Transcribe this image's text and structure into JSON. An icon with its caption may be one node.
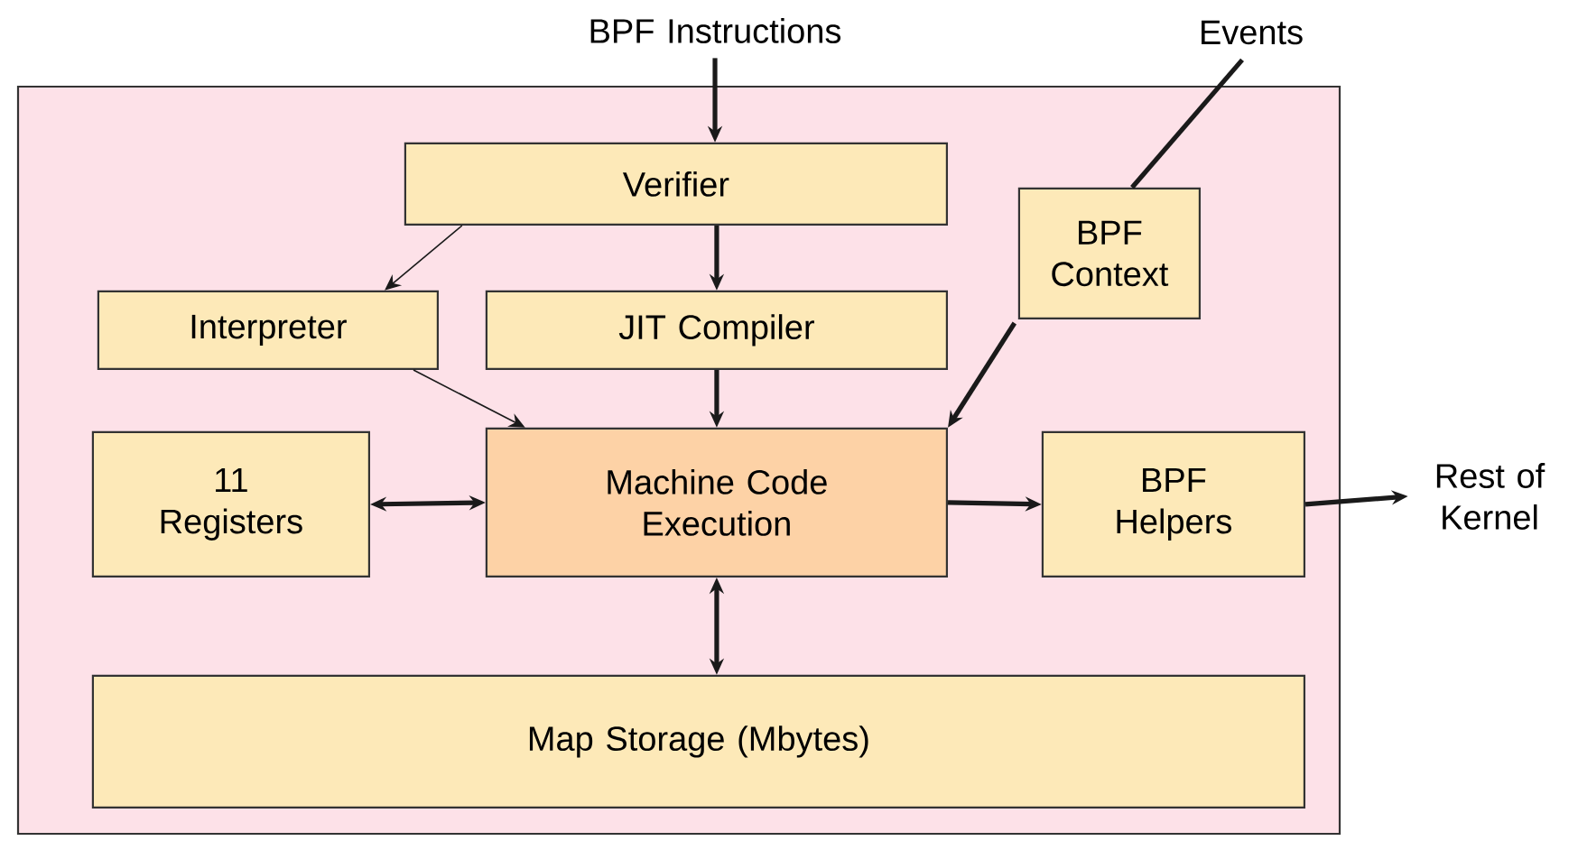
{
  "diagram": {
    "nodes": [
      {
        "text": [],
        "shape": "box"
      },
      {
        "text": [
          "BPF Instructions"
        ]
      },
      {
        "text": [
          "Verifier"
        ],
        "in": 0
      },
      {
        "text": [
          "Events"
        ]
      },
      {
        "text": [
          "BPF Context"
        ],
        "in": 0
      },
      {
        "text": [
          "Interpreter"
        ],
        "in": 0
      },
      {
        "text": [
          "JIT Compiler"
        ],
        "in": 0
      },
      {
        "text": [
          "11 Registers"
        ],
        "in": 0
      },
      {
        "text": [
          "Machine Code Execution"
        ],
        "in": 0
      },
      {
        "text": [
          "BPF Helpers"
        ],
        "in": 0
      },
      {
        "text": [
          "Rest of Kernel"
        ]
      },
      {
        "text": [
          "Map Storage (Mbytes)"
        ],
        "in": 0
      }
    ],
    "edges": [
      {
        "from": 1,
        "to": 2,
        "arrow": "to"
      },
      {
        "from": 2,
        "to": 6,
        "arrow": "to"
      },
      {
        "from": 2,
        "to": 5,
        "arrow": "to"
      },
      {
        "from": 3,
        "to": 4,
        "arrow": "none"
      },
      {
        "from": 4,
        "to": 8,
        "arrow": "to"
      },
      {
        "from": 6,
        "to": 8,
        "arrow": "to"
      },
      {
        "from": 5,
        "to": 8,
        "arrow": "to"
      },
      {
        "from": 7,
        "to": 8,
        "arrow": "both"
      },
      {
        "from": 8,
        "to": 9,
        "arrow": "to"
      },
      {
        "from": 9,
        "to": 10,
        "arrow": "to"
      },
      {
        "from": 8,
        "to": 11,
        "arrow": "both"
      }
    ]
  }
}
